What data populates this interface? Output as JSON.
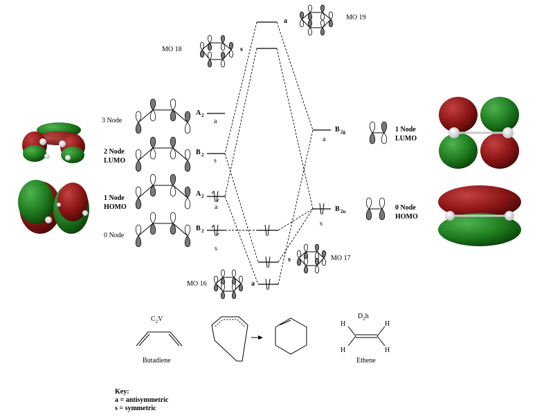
{
  "butadiene": {
    "levels": [
      {
        "node": "3 Node",
        "sym": "A",
        "sub": "2",
        "parity": "a"
      },
      {
        "node": "2 Node",
        "node2": "LUMO",
        "sym": "B",
        "sub": "2",
        "parity": "s"
      },
      {
        "node": "1 Node",
        "node2": "HOMO",
        "sym": "A",
        "sub": "2",
        "parity": "a"
      },
      {
        "node": "0 Node",
        "sym": "B",
        "sub": "2",
        "parity": "s"
      }
    ],
    "caption": "Butadiene",
    "symmetry": "C",
    "symmetry_sub": "2",
    "symmetry_suffix": "V"
  },
  "ethene": {
    "levels": [
      {
        "node": "1 Node",
        "node2": "LUMO",
        "sym": "B",
        "sub": "2g",
        "parity": "a"
      },
      {
        "node": "0 Node",
        "node2": "HOMO",
        "sym": "B",
        "sub": "2u",
        "parity": "s"
      }
    ],
    "caption": "Ethene",
    "symmetry": "D",
    "symmetry_sub": "2",
    "symmetry_suffix": "h",
    "atom_label": "H"
  },
  "product": {
    "mo_labels": {
      "mo19": "MO 19",
      "mo18": "MO 18",
      "mo17": "MO 17",
      "mo16": "MO 16"
    },
    "parity": {
      "mo19": "a",
      "mo18": "s",
      "mo17": "s",
      "mo16": "a"
    }
  },
  "key": {
    "title": "Key:",
    "a": "a = antisymmetric",
    "s": "s = symmetric"
  },
  "colors": {
    "lobe_red": "#8b1515",
    "lobe_green": "#1e7a1e",
    "lobe_gray": "#7a7a7a"
  }
}
